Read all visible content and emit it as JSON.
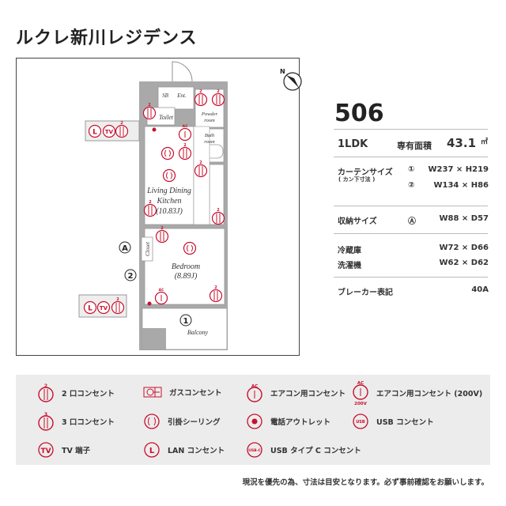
{
  "title": "ルクレ新川レジデンス",
  "plan": {
    "rooms": {
      "sb": "SB",
      "entrance": "Ent.",
      "toilet": "Toilet",
      "powder_room_1": "Powder",
      "powder_room_2": "room",
      "bath_1": "Bath",
      "bath_2": "room",
      "ldk_1": "Living Dining",
      "ldk_2": "Kitchen",
      "ldk_area": "(10.83J)",
      "closet": "Closet",
      "bedroom": "Bedroom",
      "bedroom_area": "(8.89J)",
      "balcony": "Balcony"
    },
    "markers": {
      "curtain_1": "1",
      "curtain_2": "2",
      "storage_a": "A"
    },
    "outlet_labels": {
      "two": "2",
      "ac": "AC",
      "tv": "TV",
      "lan": "L"
    },
    "compass": "N"
  },
  "info": {
    "unit": "506",
    "layout": "1LDK",
    "area_label": "専有面積",
    "area_value": "43.1",
    "area_unit": "㎡",
    "curtain_label": "カーテンサイズ",
    "curtain_sub": "( カン下寸法 )",
    "curtain": [
      {
        "marker": "①",
        "value": "W237 × H219"
      },
      {
        "marker": "②",
        "value": "W134 × H86"
      }
    ],
    "storage_label": "収納サイズ",
    "storage_marker": "Ⓐ",
    "storage_value": "W88 × D57",
    "fridge_label": "冷蔵庫",
    "fridge_value": "W72 × D66",
    "washer_label": "洗濯機",
    "washer_value": "W62 × D62",
    "breaker_label": "ブレーカー表記",
    "breaker_value": "40A"
  },
  "legend": {
    "items": [
      {
        "label": "2 口コンセント",
        "icon": "outlet-2"
      },
      {
        "label": "ガスコンセント",
        "icon": "gas-outlet"
      },
      {
        "label": "エアコン用コンセント",
        "icon": "ac-outlet"
      },
      {
        "label": "エアコン用コンセント (200V)",
        "icon": "ac-outlet-200v"
      },
      {
        "label": "3 口コンセント",
        "icon": "outlet-3"
      },
      {
        "label": "引掛シーリング",
        "icon": "ceiling-hook"
      },
      {
        "label": "電話アウトレット",
        "icon": "phone-outlet"
      },
      {
        "label": "USB コンセント",
        "icon": "usb-outlet"
      },
      {
        "label": "TV 端子",
        "icon": "tv-terminal"
      },
      {
        "label": "LAN コンセント",
        "icon": "lan-outlet"
      },
      {
        "label": "USB タイプ C コンセント",
        "icon": "usb-c-outlet"
      }
    ],
    "icon_text": {
      "two": "2",
      "three": "3",
      "ac": "AC",
      "v200": "200V",
      "tv": "TV",
      "lan": "L",
      "usb": "USB",
      "usbc": "USB-C"
    }
  },
  "note": "現況を優先の為、寸法は目安となります。必ず事前確認をお願いします。",
  "colors": {
    "accent": "#c8102e",
    "wall": "#a9a9a9",
    "legend_bg": "#ececec"
  }
}
